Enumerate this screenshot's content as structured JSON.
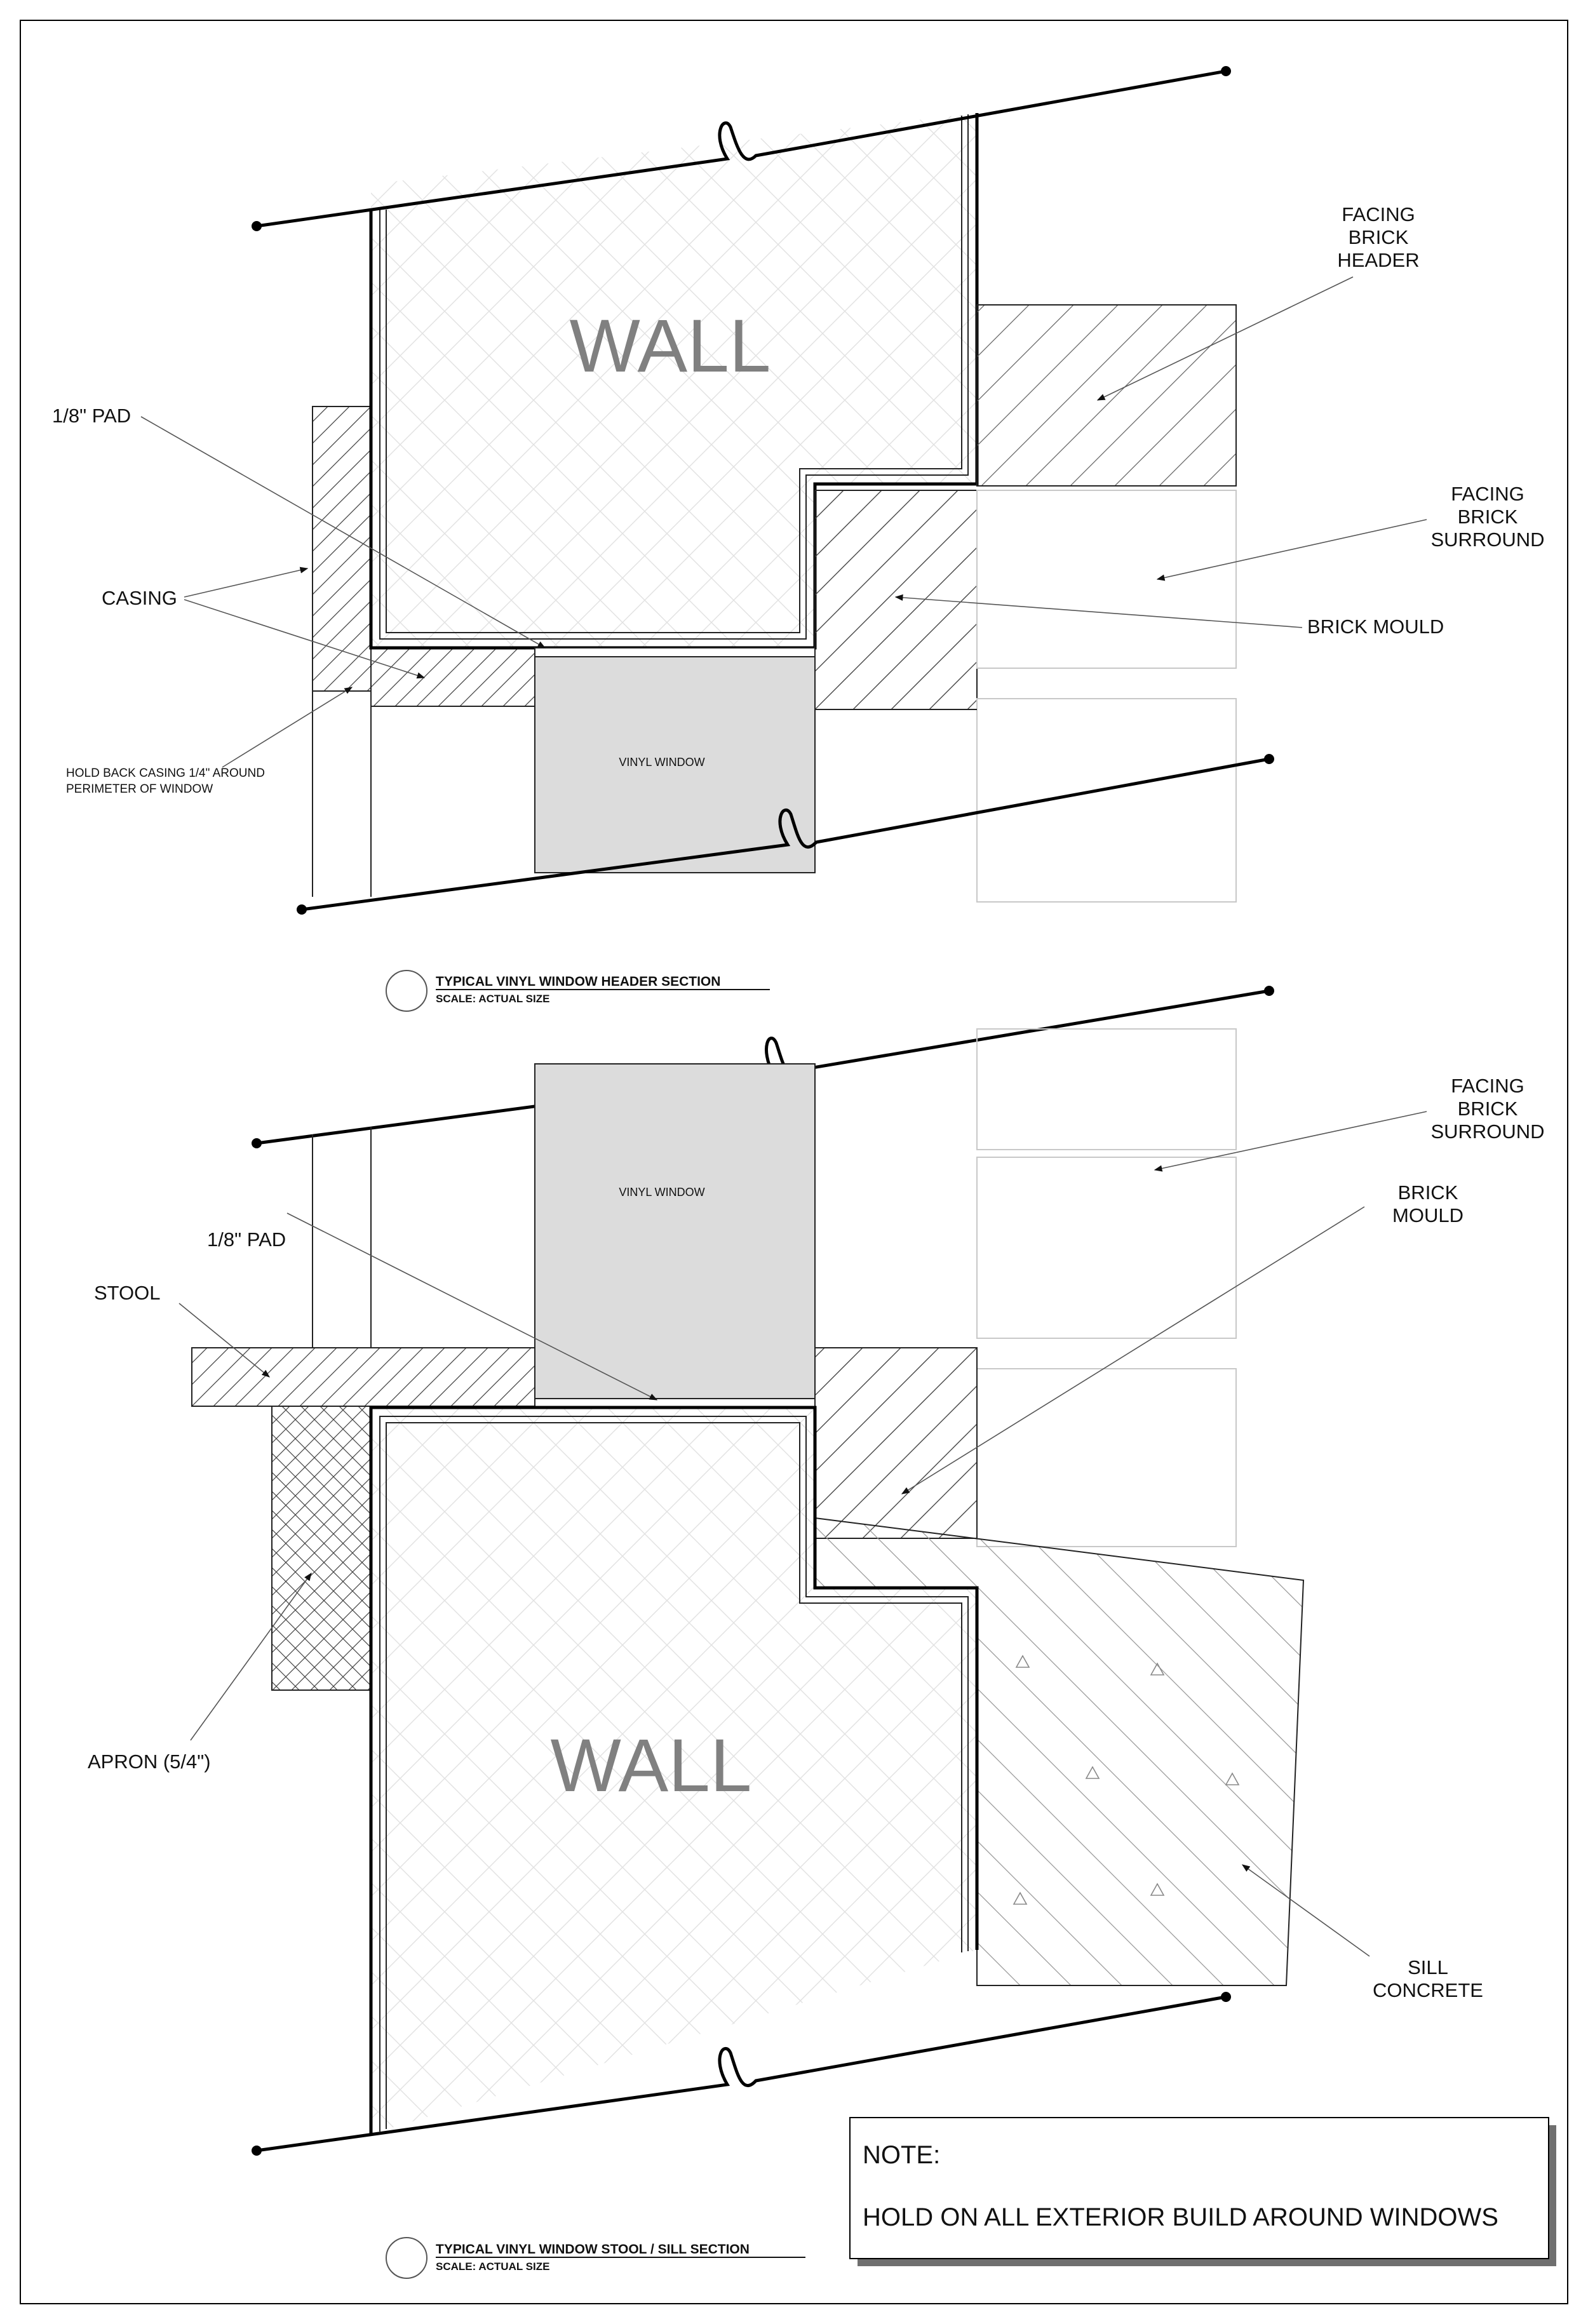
{
  "header_section": {
    "wall_label": "WALL",
    "facing_brick_header": [
      "FACING",
      "BRICK",
      "HEADER"
    ],
    "facing_brick_surround": [
      "FACING",
      "BRICK",
      "SURROUND"
    ],
    "brick_mould": "BRICK MOULD",
    "pad": "1/8\" PAD",
    "casing": "CASING",
    "hold_back": [
      "HOLD BACK CASING 1/4\" AROUND",
      "PERIMETER OF WINDOW"
    ],
    "vinyl_window": "VINYL WINDOW",
    "title": "TYPICAL VINYL WINDOW HEADER SECTION",
    "scale": "SCALE: ACTUAL SIZE"
  },
  "sill_section": {
    "wall_label": "WALL",
    "facing_brick_surround": [
      "FACING",
      "BRICK",
      "SURROUND"
    ],
    "brick_mould": [
      "BRICK",
      "MOULD"
    ],
    "pad": "1/8\" PAD",
    "stool": "STOOL",
    "apron": "APRON (5/4\")",
    "sill_concrete": [
      "SILL",
      "CONCRETE"
    ],
    "vinyl_window": "VINYL WINDOW",
    "title": "TYPICAL VINYL WINDOW STOOL / SILL SECTION",
    "scale": "SCALE: ACTUAL SIZE"
  },
  "note": {
    "heading": "NOTE:",
    "text": "HOLD ON ALL EXTERIOR BUILD AROUND WINDOWS"
  },
  "colors": {
    "window_fill": "#dcdcdc",
    "wall_text": "#808080",
    "faint_brick": "#c8c8c8"
  }
}
